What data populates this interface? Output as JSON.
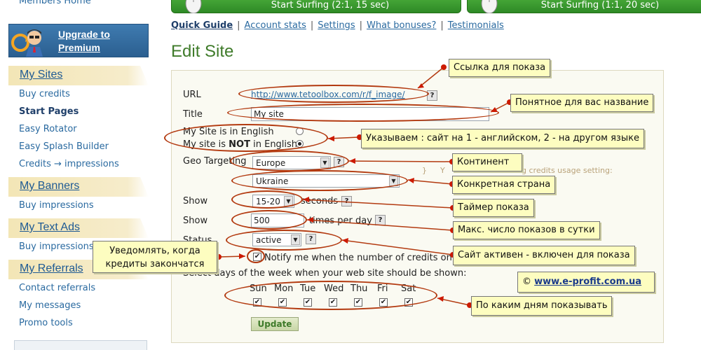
{
  "sidebar": {
    "members_home": "Members Home",
    "upgrade_line1": "Upgrade to",
    "upgrade_line2": "Premium",
    "sections": [
      {
        "title": "My Sites",
        "links": [
          "Buy credits",
          "Start Pages",
          "Easy Rotator",
          "Easy Splash Builder",
          "Credits → impressions"
        ]
      },
      {
        "title": "My Banners",
        "links": [
          "Buy impressions"
        ]
      },
      {
        "title": "My Text Ads",
        "links": [
          "Buy impressions"
        ]
      },
      {
        "title": "My Referrals",
        "links": [
          "Contact referrals",
          "My messages",
          "Promo tools"
        ]
      }
    ]
  },
  "surf_buttons": [
    {
      "label": "Start Surfing (2:1, 15 sec)"
    },
    {
      "label": "Start Surfing (1:1, 20 sec)"
    }
  ],
  "topnav": [
    "Quick Guide",
    "Account stats",
    "Settings",
    "What bonuses?",
    "Testimonials"
  ],
  "page_title": "Edit Site",
  "form": {
    "url_label": "URL",
    "url_value": "http://www.tetoolbox.com/r/f_image/",
    "title_label": "Title",
    "title_value": "My site",
    "lang_english": "My Site is in English",
    "lang_not_prefix": "My site is ",
    "lang_not_bold": "NOT",
    "lang_not_suffix": " in English",
    "geo_label": "Geo Targeting",
    "continent": "Europe",
    "country": "Ukraine",
    "show_label": "Show",
    "seconds_value": "15-20",
    "seconds_suffix": "seconds",
    "times_value": "500",
    "times_suffix": "times per day",
    "status_label": "Status",
    "status_value": "active",
    "notify_text": "Notify me when the number of credits on",
    "days_prompt": "Select days of the week when your web site should be shown:",
    "days": [
      "Sun",
      "Mon",
      "Tue",
      "Wed",
      "Thu",
      "Fri",
      "Sat"
    ],
    "faint_text": "ing credits usage setting:",
    "faint_prefix": "Y",
    "update_button": "Update"
  },
  "callouts": {
    "url": "Ссылка для показа",
    "title": "Понятное для вас название",
    "lang": "Указываем : сайт на 1 - английском, 2 - на другом языке",
    "continent": "Континент",
    "country": "Конкретная страна",
    "timer": "Таймер показа",
    "max": "Макс. число показов в сутки",
    "active": "Сайт активен - включен для показа",
    "notify_line1": "Уведомлять, когда",
    "notify_line2": "кредиты закончатся",
    "copyright_symbol": "©",
    "copyright_link": "www.e-profit.com.ua",
    "days": "По каким дням показывать"
  },
  "colors": {
    "accent_green": "#3f7b2a",
    "link_blue": "#2a6aa0",
    "annotation_red": "#b33a10",
    "callout_bg": "#fdfdc0"
  }
}
